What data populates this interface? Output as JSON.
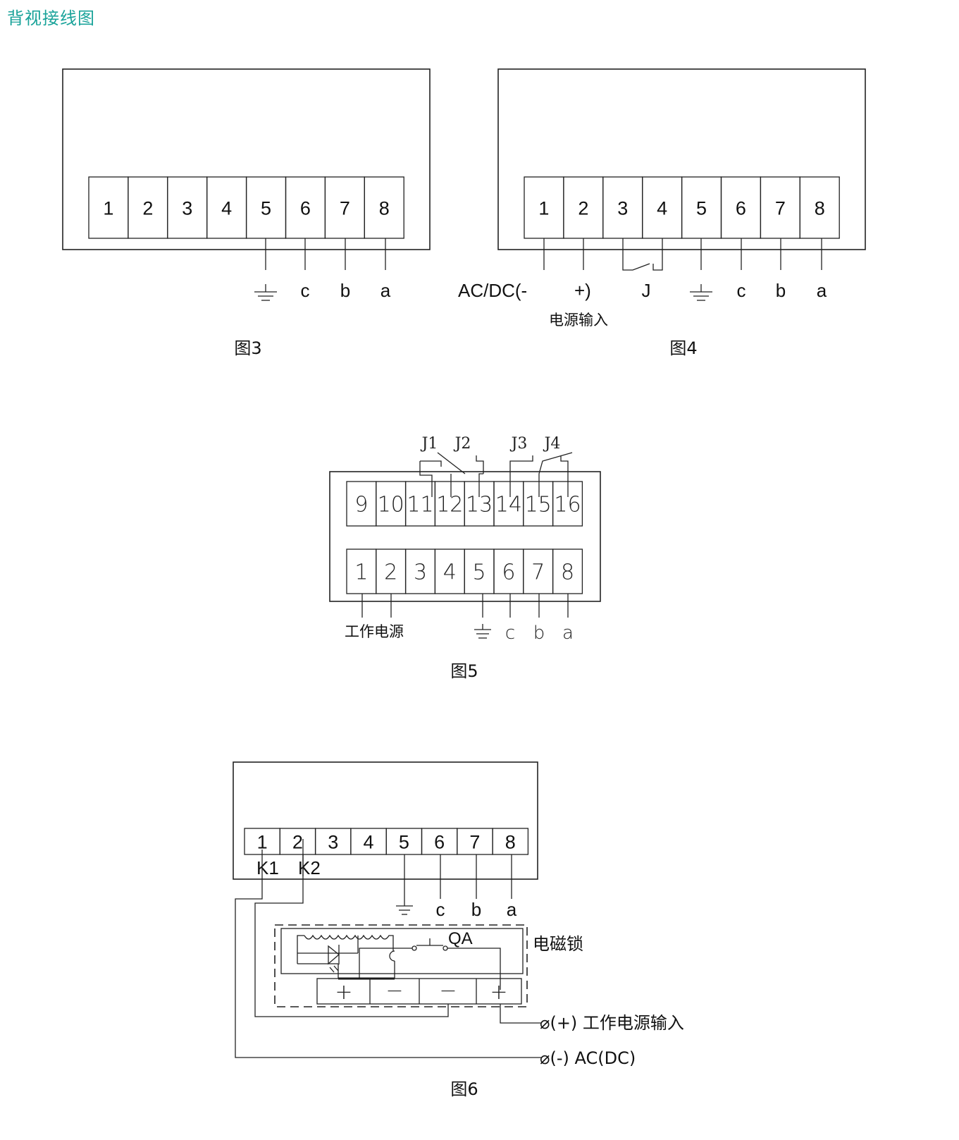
{
  "page_title": "背视接线图",
  "fig3": {
    "caption": "图3",
    "terminals": [
      "1",
      "2",
      "3",
      "4",
      "5",
      "6",
      "7",
      "8"
    ],
    "labels": {
      "c": "c",
      "b": "b",
      "a": "a"
    },
    "ground_symbol": "ground"
  },
  "fig4": {
    "caption": "图4",
    "terminals": [
      "1",
      "2",
      "3",
      "4",
      "5",
      "6",
      "7",
      "8"
    ],
    "power_label": "AC/DC(-",
    "power_plus": "+)",
    "power_caption": "电源输入",
    "relay_label": "J",
    "labels": {
      "c": "c",
      "b": "b",
      "a": "a"
    }
  },
  "fig5": {
    "caption": "图5",
    "top_terminals": [
      "9",
      "10",
      "11",
      "12",
      "13",
      "14",
      "15",
      "16"
    ],
    "bottom_terminals": [
      "1",
      "2",
      "3",
      "4",
      "5",
      "6",
      "7",
      "8"
    ],
    "relays": [
      "J1",
      "J2",
      "J3",
      "J4"
    ],
    "power_caption": "工作电源",
    "labels": {
      "c": "c",
      "b": "b",
      "a": "a"
    }
  },
  "fig6": {
    "caption": "图6",
    "terminals": [
      "1",
      "2",
      "3",
      "4",
      "5",
      "6",
      "7",
      "8"
    ],
    "k1": "K1",
    "k2": "K2",
    "labels": {
      "c": "c",
      "b": "b",
      "a": "a"
    },
    "lock_label": "电磁锁",
    "switch_label": "QA",
    "lock_terminals": [
      "+",
      "−",
      "−",
      "+"
    ],
    "plus_input": "⌀(+) 工作电源输入",
    "minus_input": "⌀(-) AC(DC)"
  }
}
